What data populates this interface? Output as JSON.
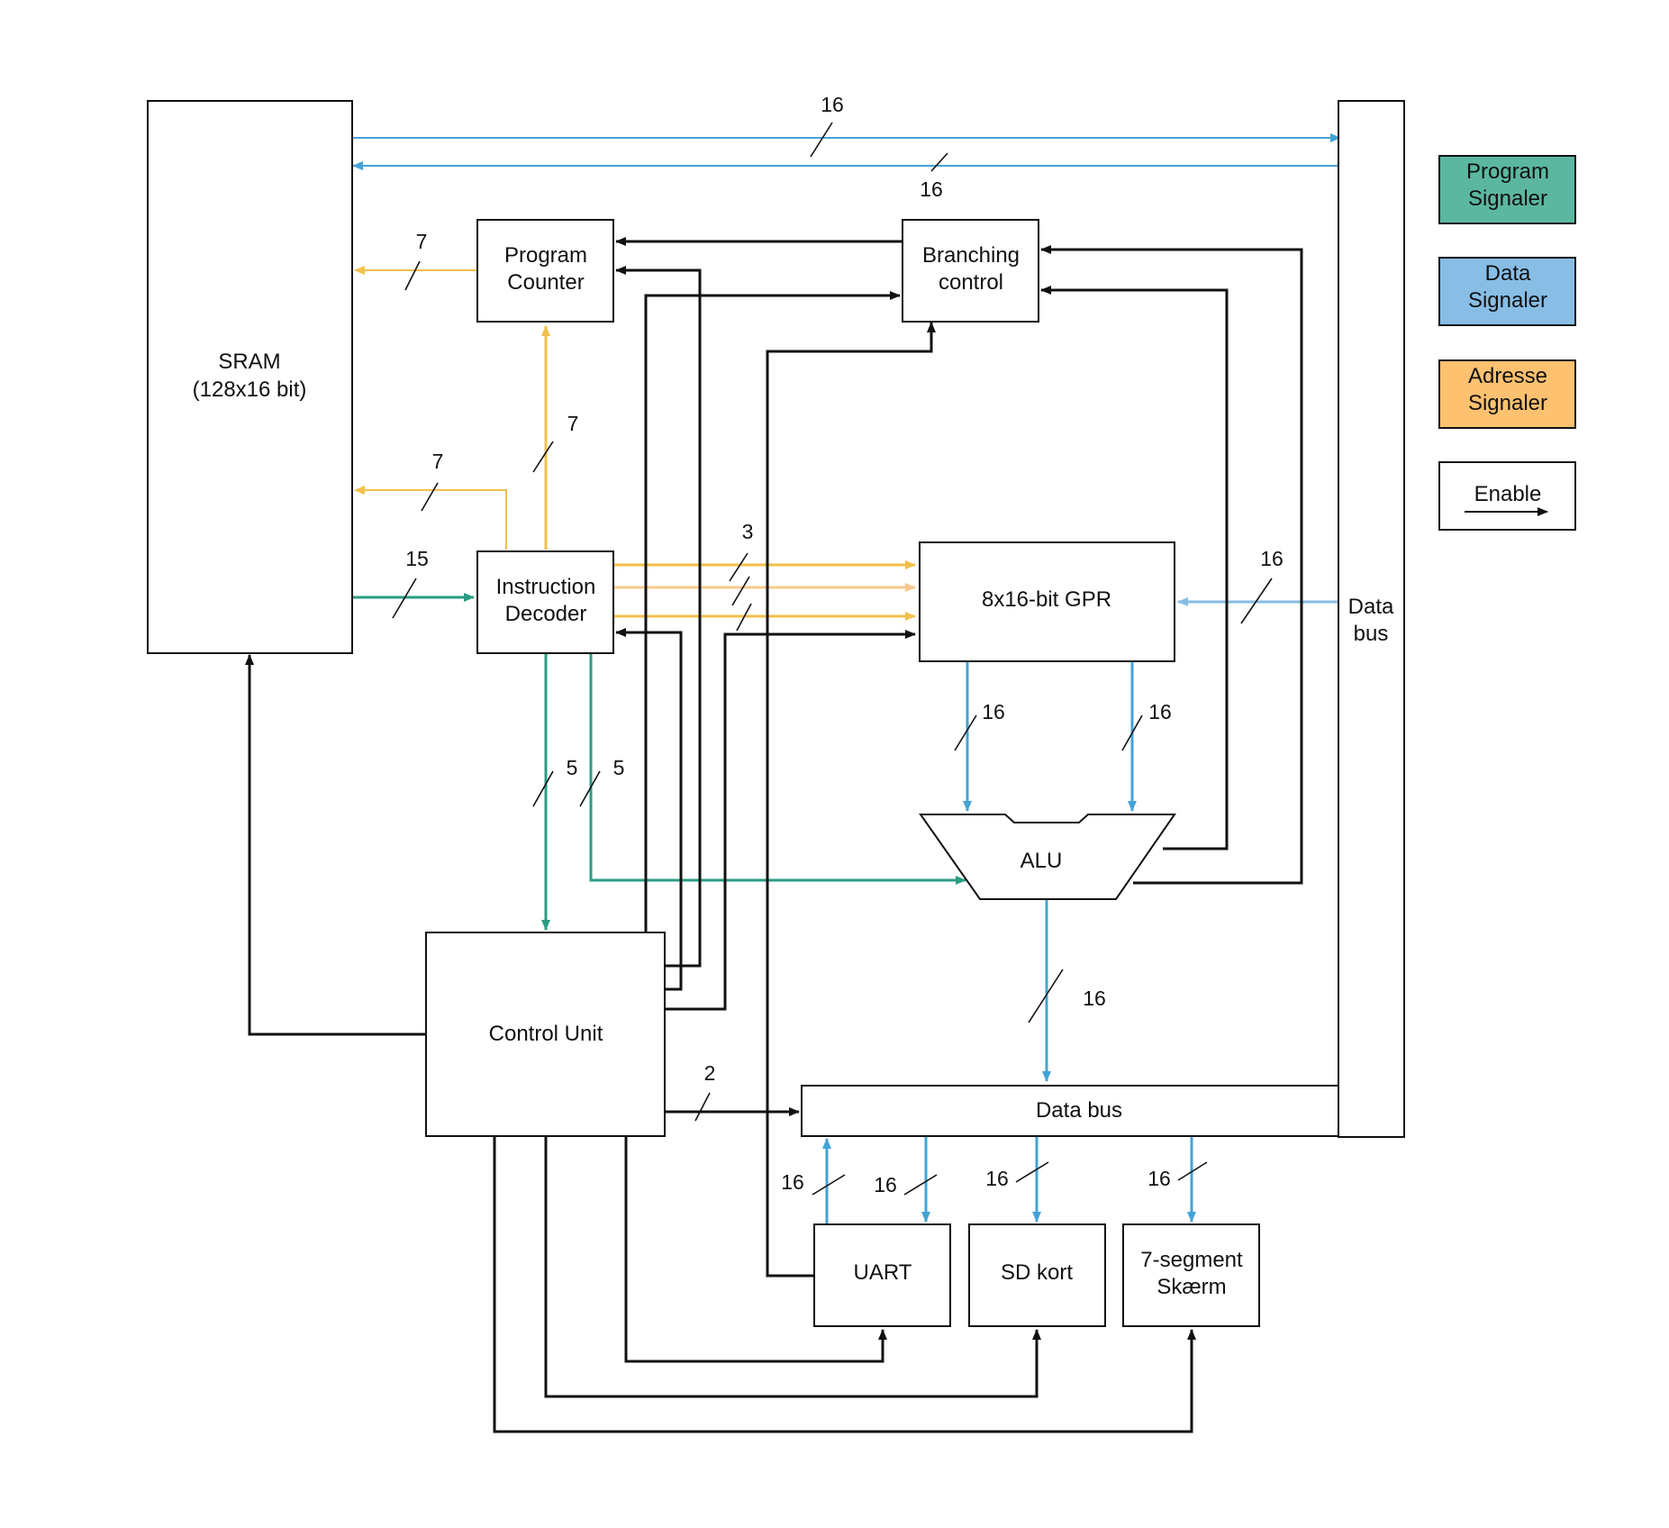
{
  "colors": {
    "program": "#2a9d84",
    "data": "#43a3d5",
    "data_light": "#86bde3",
    "address": "#f2c04b",
    "address_light": "#f8c98c",
    "enable": "#111111",
    "legend_program_fill": "#5cb7a0",
    "legend_data_fill": "#88bde6",
    "legend_address_fill": "#fdc170"
  },
  "blocks": {
    "sram": [
      "SRAM",
      "(128x16 bit)"
    ],
    "program_counter": [
      "Program",
      "Counter"
    ],
    "branching_control": [
      "Branching",
      "control"
    ],
    "instruction_decoder": [
      "Instruction",
      "Decoder"
    ],
    "gpr": [
      "8x16-bit GPR"
    ],
    "alu": [
      "ALU"
    ],
    "control_unit": [
      "Control Unit"
    ],
    "data_bus_horizontal": [
      "Data bus"
    ],
    "data_bus_vertical": [
      "Data",
      "bus"
    ],
    "uart": [
      "UART"
    ],
    "sd_card": [
      "SD kort"
    ],
    "seven_segment": [
      "7-segment",
      "Skærm"
    ]
  },
  "legend": {
    "program": [
      "Program",
      "Signaler"
    ],
    "data": [
      "Data",
      "Signaler"
    ],
    "address": [
      "Adresse",
      "Signaler"
    ],
    "enable": "Enable"
  },
  "bus_widths": {
    "sram_to_databus": "16",
    "databus_to_sram": "16",
    "pc_to_sram": "7",
    "decoder_to_pc": "7",
    "decoder_to_sram": "7",
    "sram_to_decoder": "15",
    "decoder_to_gpr": "3",
    "databus_to_gpr": "16",
    "gpr_to_alu_a": "16",
    "gpr_to_alu_b": "16",
    "decoder_to_control": "5",
    "decoder_to_alu": "5",
    "alu_to_databus": "16",
    "control_to_databus": "2",
    "uart_to_databus": "16",
    "databus_to_uart": "16",
    "databus_to_sd": "16",
    "databus_to_7seg": "16"
  }
}
